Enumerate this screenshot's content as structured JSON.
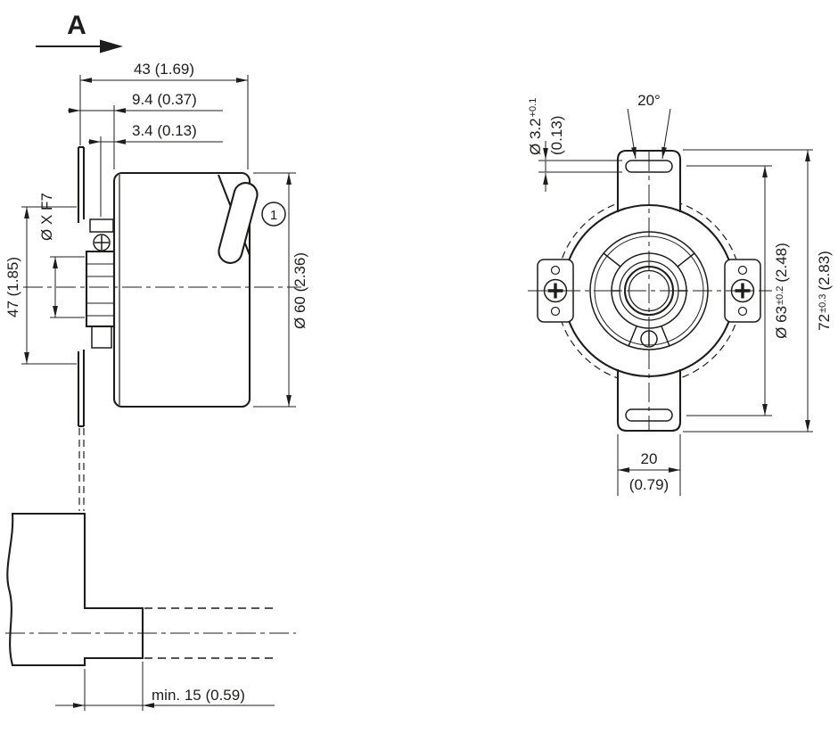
{
  "view_label": "A",
  "side_view": {
    "dim_total": "43 (1.69)",
    "dim_offset1": "9.4 (0.37)",
    "dim_offset2": "3.4 (0.13)",
    "dim_bore": "Ø X F7",
    "dim_height": "47 (1.85)",
    "dim_diameter": "Ø 60 (2.36)",
    "dim_min_depth": "min. 15 (0.59)",
    "callout": "1"
  },
  "front_view": {
    "angle": "20°",
    "slot_dia": "Ø 3.2",
    "slot_tol": "+0.1",
    "slot_in": "(0.13)",
    "pitch_dia": "Ø 63",
    "pitch_tol": "±0.2",
    "pitch_in": "(2.48)",
    "overall": "72",
    "overall_tol": "±0.3",
    "overall_in": "(2.83)",
    "tab_w": "20",
    "tab_w_in": "(0.79)"
  },
  "colors": {
    "line": "#1d1d1b",
    "background": "#ffffff"
  }
}
